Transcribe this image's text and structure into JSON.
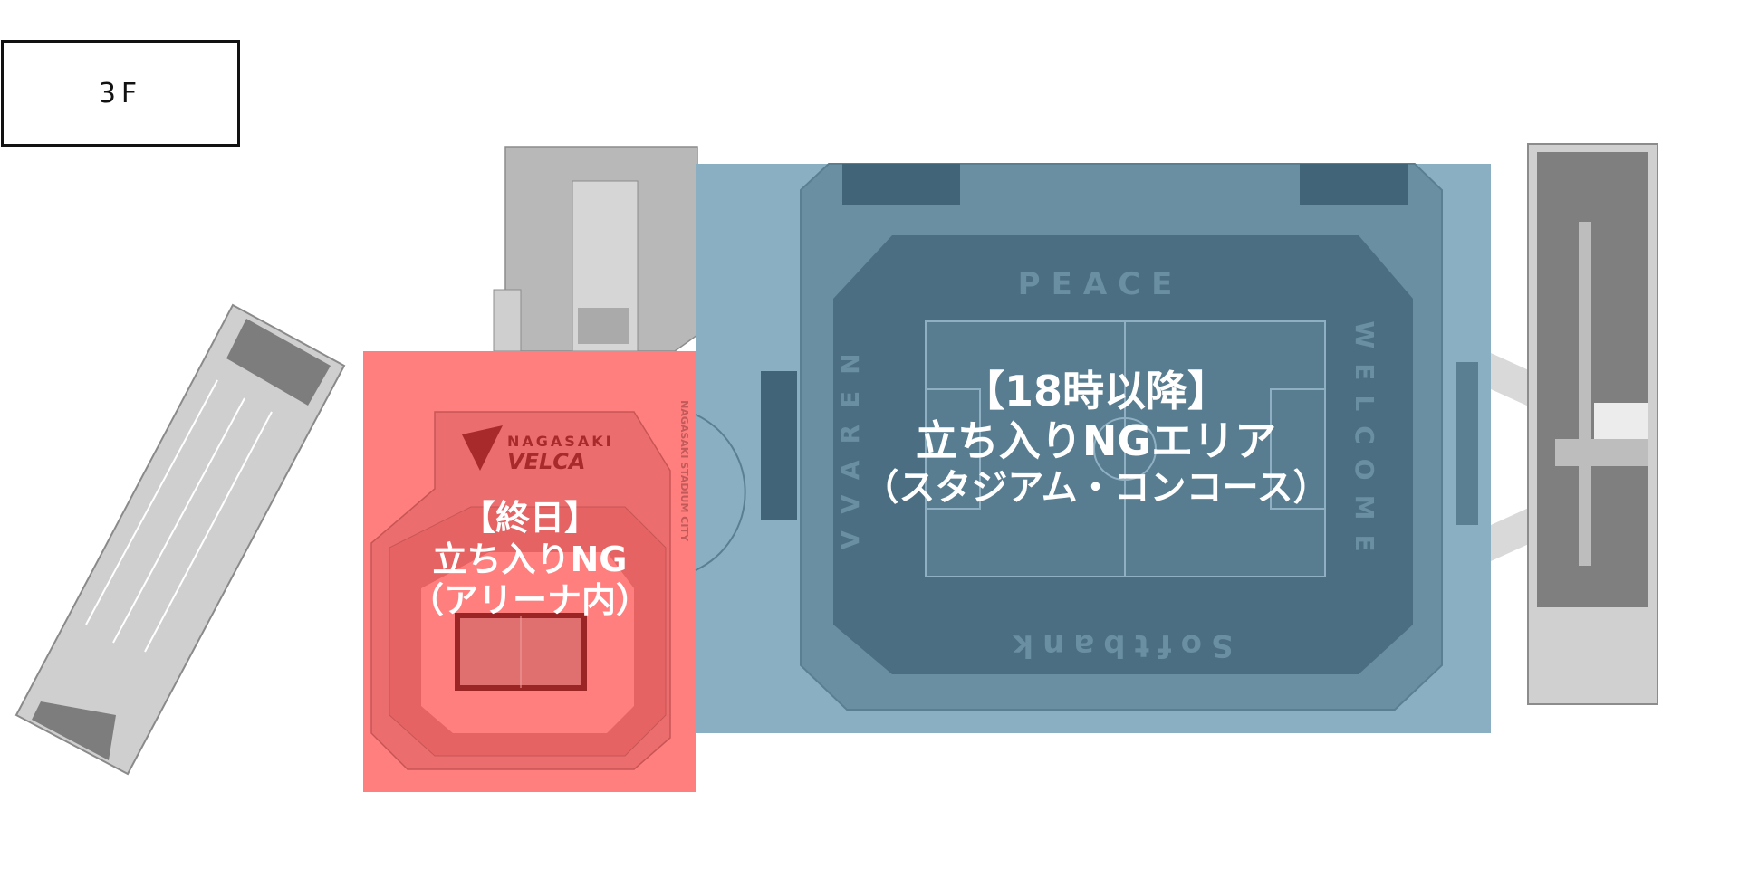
{
  "floor": {
    "label": "3F"
  },
  "zones": {
    "arena": {
      "line1": "【終日】",
      "line2": "立ち入りNG",
      "line3": "（アリーナ内）",
      "color": "#ff6b6b"
    },
    "stadium": {
      "line1": "【18時以降】",
      "line2": "立ち入りNGエリア",
      "line3": "（スタジアム・コンコース）",
      "color": "#6f9bb3"
    }
  },
  "map_text": {
    "arena_logo_top": "NAGASAKI",
    "arena_logo_bottom": "VELCA",
    "stand_north": "PEACE",
    "stand_west": "VVAREN",
    "stand_east": "WELCOME",
    "stand_south": "Softbank",
    "city_sign": "NAGASAKI STADIUM CITY"
  }
}
